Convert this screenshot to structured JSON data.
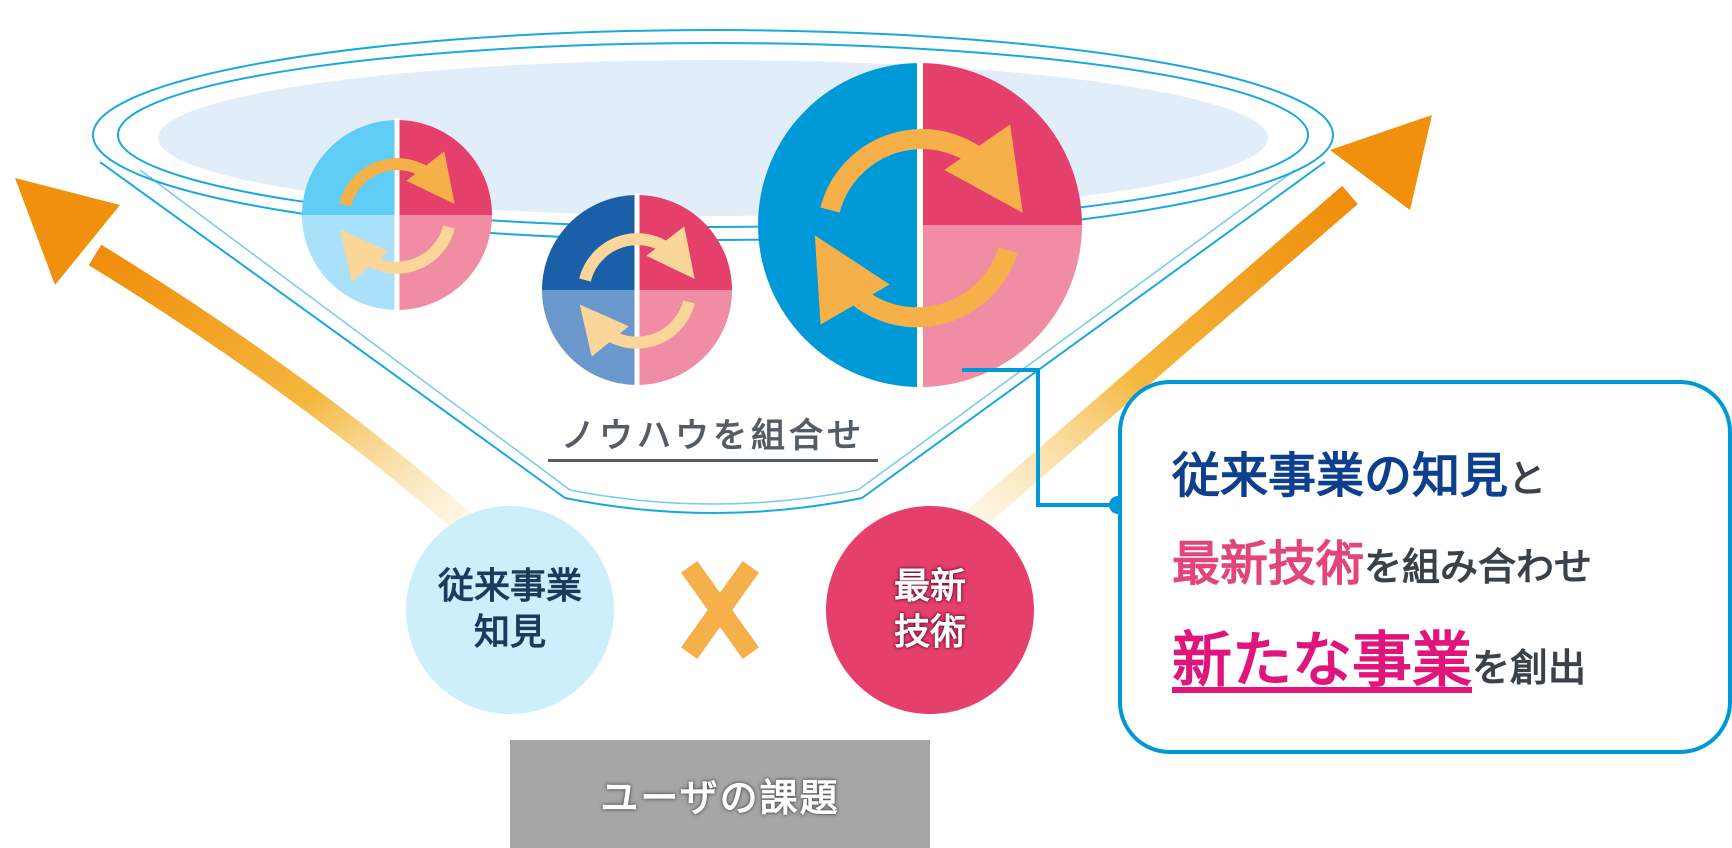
{
  "funnel": {
    "knowhow_label": "ノウハウを組合せ"
  },
  "inputs": {
    "legacy_line1": "従来事業",
    "legacy_line2": "知見",
    "tech_line1": "最新",
    "tech_line2": "技術",
    "operator_symbol": "✕"
  },
  "issue_box": {
    "label": "ユーザの課題"
  },
  "callout": {
    "line1_highlight": "従来事業の知見",
    "line1_rest": "と",
    "line2_highlight": "最新技術",
    "line2_rest": "を組み合わせ",
    "line3_highlight": "新たな事業",
    "line3_rest": "を創出"
  },
  "colors": {
    "blue": "#0099d8",
    "light_blue": "#5fcdf5",
    "pale_blue": "#cdeefb",
    "navy": "#0d3f8c",
    "red": "#e4406b",
    "pink": "#f08ca3",
    "magenta": "#e0157c",
    "orange": "#f0a028",
    "arrow_yellow": "#f5b04a",
    "gray_box": "#a6a6a6"
  },
  "icons": [
    "cycle-arrows-icon",
    "cross-icon",
    "up-arrow-icon"
  ]
}
